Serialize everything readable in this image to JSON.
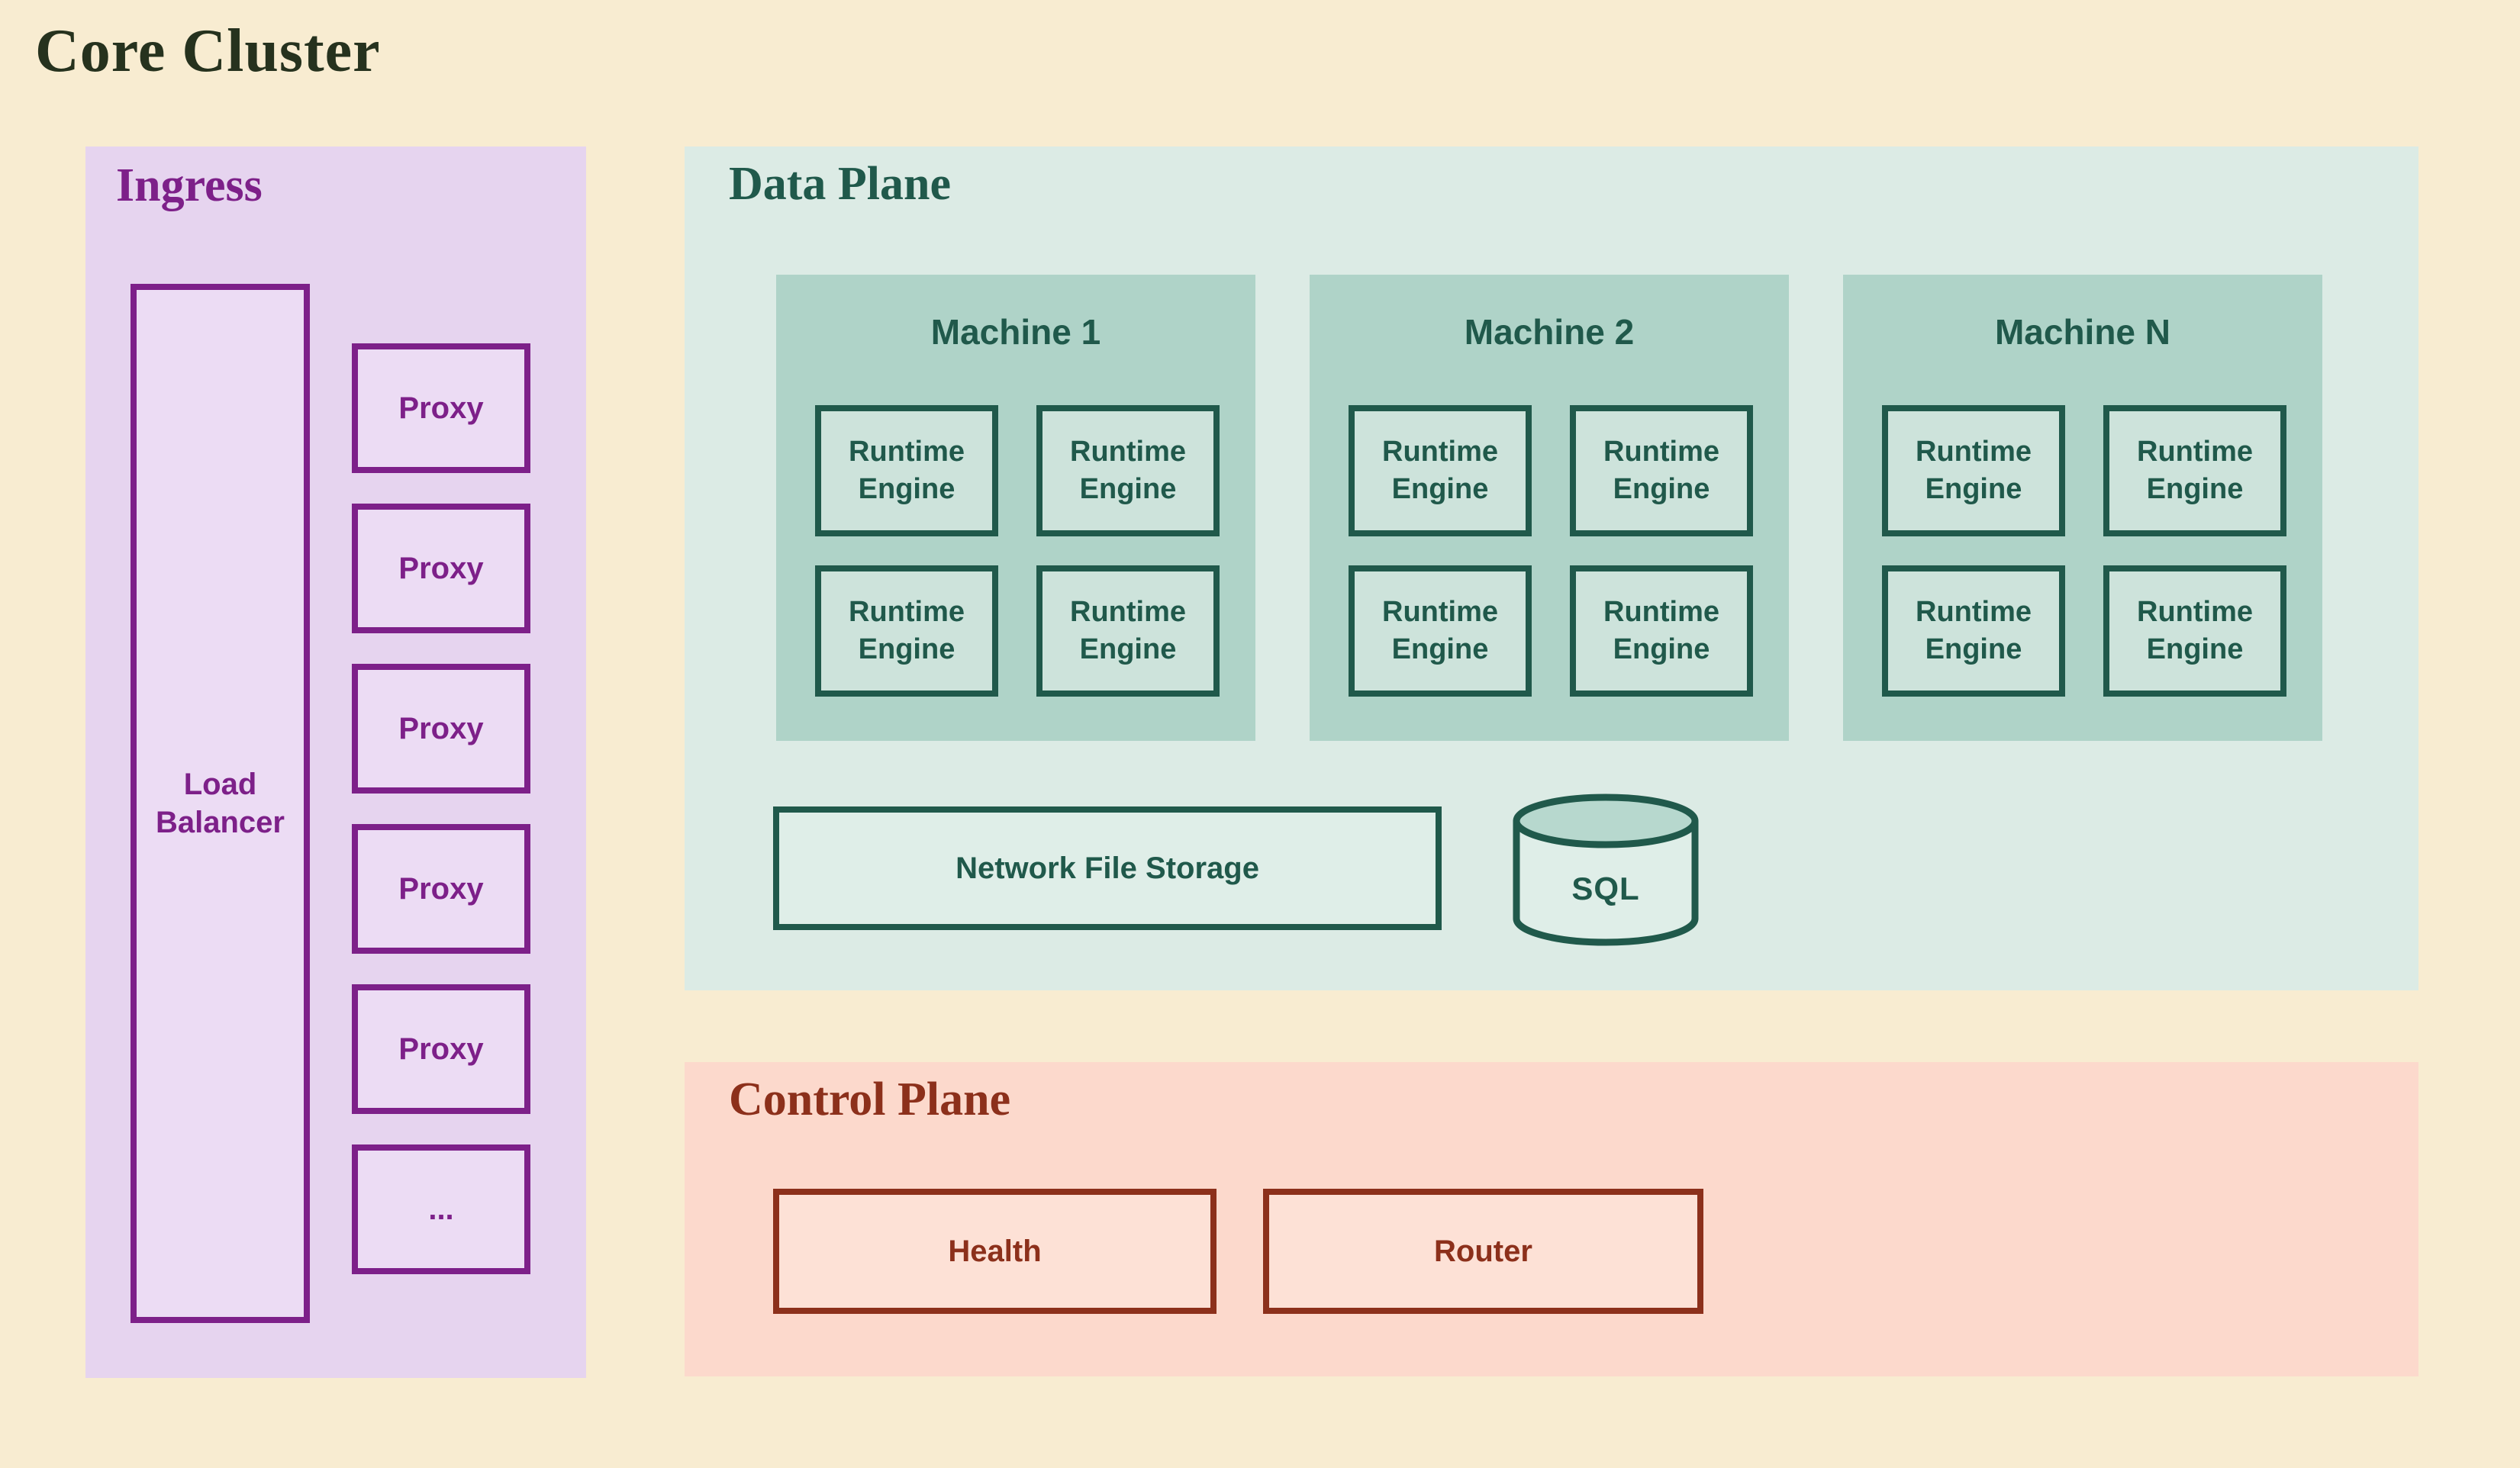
{
  "page": {
    "title": "Core Cluster"
  },
  "colors": {
    "background": "#f8ecd1",
    "title_text": "#26321e",
    "ingress_bg": "#e6d4ef",
    "ingress_box_bg": "#ecdcf4",
    "purple": "#7d2089",
    "data_plane_bg": "#dcebe5",
    "machine_bg": "#afd3c8",
    "engine_bg": "#cde3db",
    "teal": "#20594b",
    "storage_bg": "#dfeee8",
    "sql_top_bg": "#b7d8ce",
    "control_plane_bg": "#fcd9cc",
    "control_box_bg": "#fde1d6",
    "maroon": "#8c301b"
  },
  "ingress": {
    "title": "Ingress",
    "load_balancer_label": "Load Balancer",
    "proxies": [
      "Proxy",
      "Proxy",
      "Proxy",
      "Proxy",
      "Proxy",
      "..."
    ]
  },
  "data_plane": {
    "title": "Data Plane",
    "machines": [
      {
        "name": "Machine 1",
        "engines": [
          "Runtime Engine",
          "Runtime Engine",
          "Runtime Engine",
          "Runtime Engine"
        ]
      },
      {
        "name": "Machine 2",
        "engines": [
          "Runtime Engine",
          "Runtime Engine",
          "Runtime Engine",
          "Runtime Engine"
        ]
      },
      {
        "name": "Machine N",
        "engines": [
          "Runtime Engine",
          "Runtime Engine",
          "Runtime Engine",
          "Runtime Engine"
        ]
      }
    ],
    "storage_label": "Network File Storage",
    "database_label": "SQL"
  },
  "control_plane": {
    "title": "Control Plane",
    "components": [
      {
        "label": "Health"
      },
      {
        "label": "Router"
      }
    ]
  }
}
